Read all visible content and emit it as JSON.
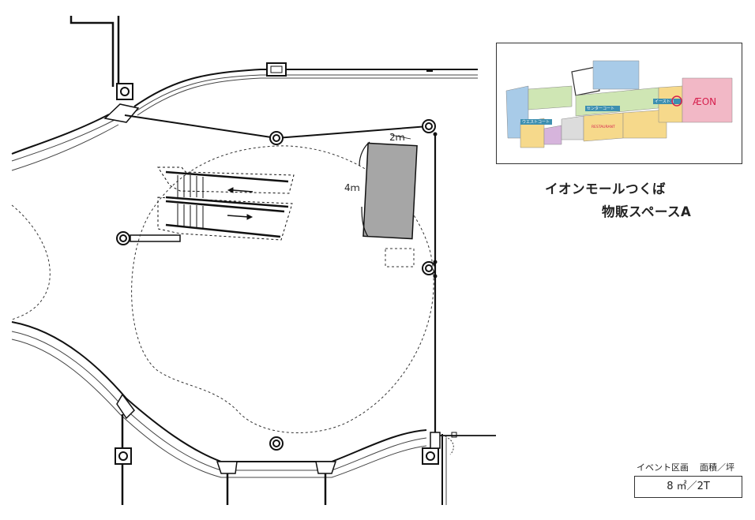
{
  "title": {
    "line1": "イオンモールつくば",
    "line2": "物販スペースA"
  },
  "dimensions": {
    "width": "2ｍ",
    "length": "4ｍ"
  },
  "area_table": {
    "col1": "イベント区画",
    "col2": "面積／坪",
    "value": "8 ㎡／2T"
  },
  "inset_map": {
    "labels": {
      "west_court": "ウエストコート",
      "center_court": "センターコート",
      "east_court": "イーストコ",
      "restaurant": "RESTAURANT",
      "aeon": "ÆON"
    },
    "colors": {
      "blue": "#a8cbe8",
      "green": "#cfe6b4",
      "yellow": "#f6d98b",
      "pink": "#f2b8c6",
      "purple": "#d6b4dc",
      "gray": "#dcdcdc",
      "court": "#3d8fb0",
      "marker": "#d6204e"
    }
  },
  "colors": {
    "line": "#111111",
    "booth_fill": "#a6a6a6"
  }
}
